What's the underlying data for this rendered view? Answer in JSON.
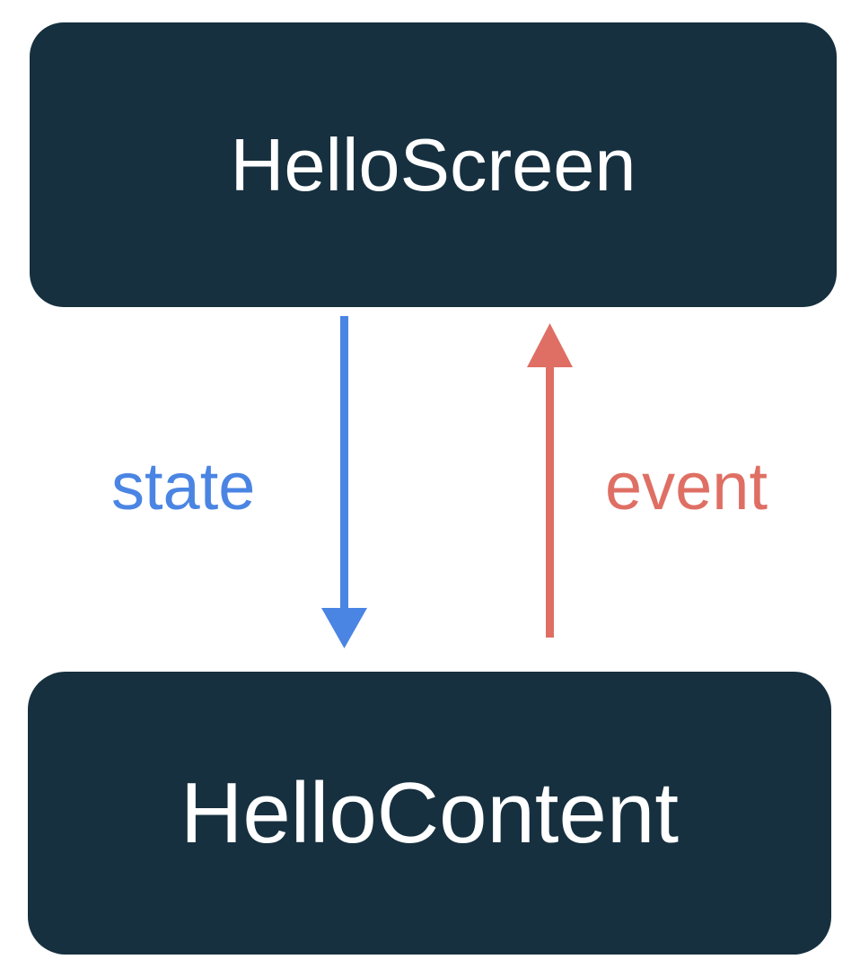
{
  "diagram": {
    "type": "unidirectional-data-flow",
    "background_color": "#ffffff",
    "nodes": [
      {
        "id": "hello-screen",
        "label": "HelloScreen",
        "fill_color": "#16303F",
        "text_color": "#ffffff"
      },
      {
        "id": "hello-content",
        "label": "HelloContent",
        "fill_color": "#16303F",
        "text_color": "#ffffff"
      }
    ],
    "edges": [
      {
        "id": "state-edge",
        "label": "state",
        "from": "hello-screen",
        "to": "hello-content",
        "direction": "down",
        "color": "#4A85E3"
      },
      {
        "id": "event-edge",
        "label": "event",
        "from": "hello-content",
        "to": "hello-screen",
        "direction": "up",
        "color": "#DF6F64"
      }
    ]
  }
}
